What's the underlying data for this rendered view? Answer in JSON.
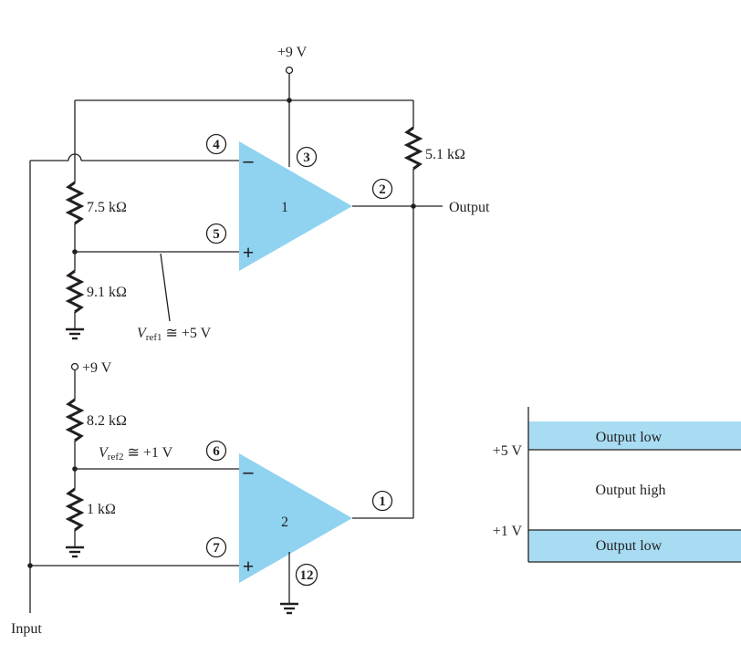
{
  "colors": {
    "opamp_fill": "#8fd3f0",
    "band_fill": "#a8dcf2",
    "ink": "#231f20"
  },
  "supply": {
    "top_label": "+9 V",
    "mid_label": "+9 V"
  },
  "resistors": {
    "r_pullup": "5.1 kΩ",
    "r_7k5": "7.5 kΩ",
    "r_9k1": "9.1 kΩ",
    "r_8k2": "8.2 kΩ",
    "r_1k": "1 kΩ"
  },
  "refs": {
    "vref1": {
      "symbol": "V",
      "sub": "ref1",
      "value": " ≅ +5 V"
    },
    "vref2": {
      "symbol": "V",
      "sub": "ref2",
      "value": " ≅ +1 V"
    }
  },
  "opamps": {
    "u1": {
      "label": "1",
      "minus": "–",
      "plus": "+"
    },
    "u2": {
      "label": "2",
      "minus": "–",
      "plus": "+"
    }
  },
  "pins": {
    "p1": "1",
    "p2": "2",
    "p3": "3",
    "p4": "4",
    "p5": "5",
    "p6": "6",
    "p7": "7",
    "p12": "12"
  },
  "terminals": {
    "input": "Input",
    "output": "Output"
  },
  "window": {
    "upper_level": "+5 V",
    "lower_level": "+1 V",
    "top_band": "Output low",
    "middle_band": "Output high",
    "bottom_band": "Output low"
  }
}
